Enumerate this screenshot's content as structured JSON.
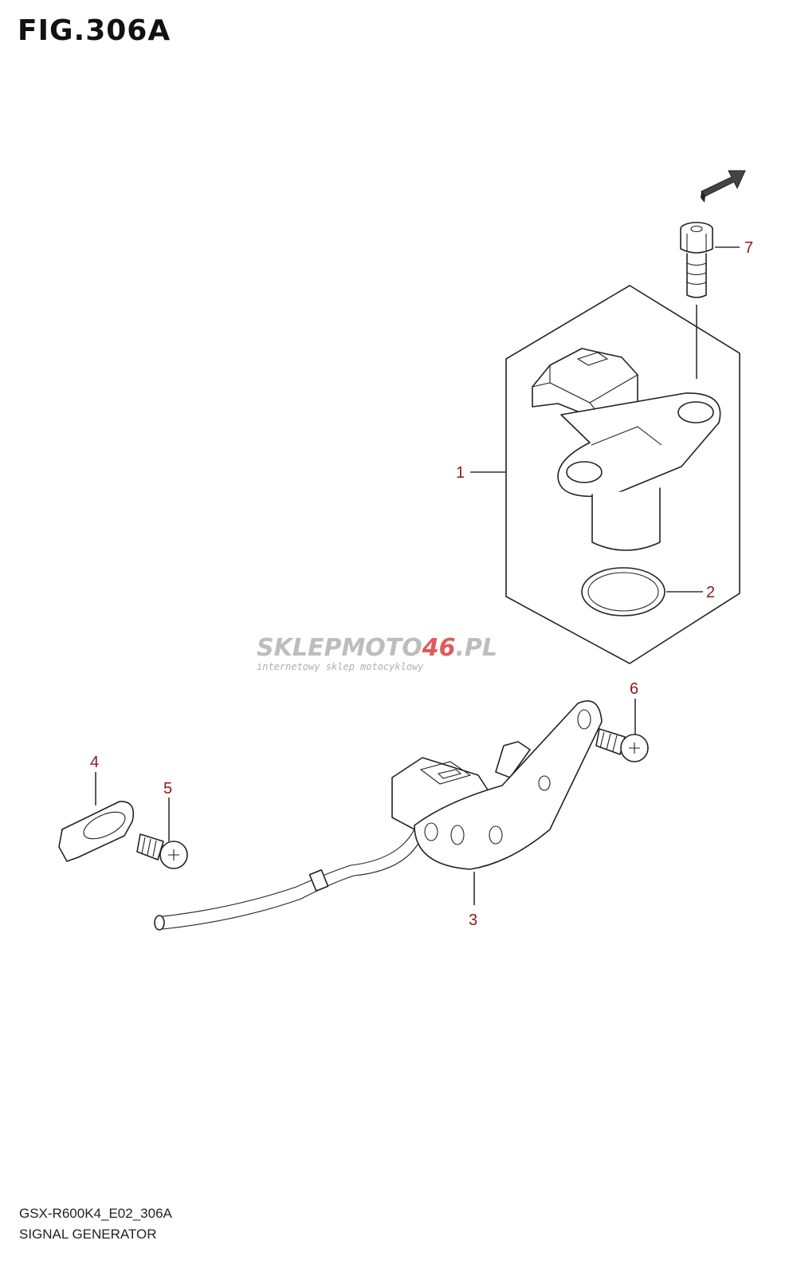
{
  "figure": {
    "title": "FIG.306A"
  },
  "callouts": [
    {
      "id": "1",
      "label": "1"
    },
    {
      "id": "2",
      "label": "2"
    },
    {
      "id": "3",
      "label": "3"
    },
    {
      "id": "4",
      "label": "4"
    },
    {
      "id": "5",
      "label": "5"
    },
    {
      "id": "6",
      "label": "6"
    },
    {
      "id": "7",
      "label": "7"
    }
  ],
  "watermark": {
    "brand_part1": "SKLEPMOTO",
    "brand_part2": "46",
    "brand_part3": ".PL",
    "tagline": "internetowy sklep motocyklowy",
    "gray": "#bdbdbd",
    "red": "#e05a5a"
  },
  "footer": {
    "model_code": "GSX-R600K4_E02_306A",
    "section_name": "SIGNAL GENERATOR"
  },
  "colors": {
    "callout": "#8b1a1a",
    "line": "#222222"
  }
}
